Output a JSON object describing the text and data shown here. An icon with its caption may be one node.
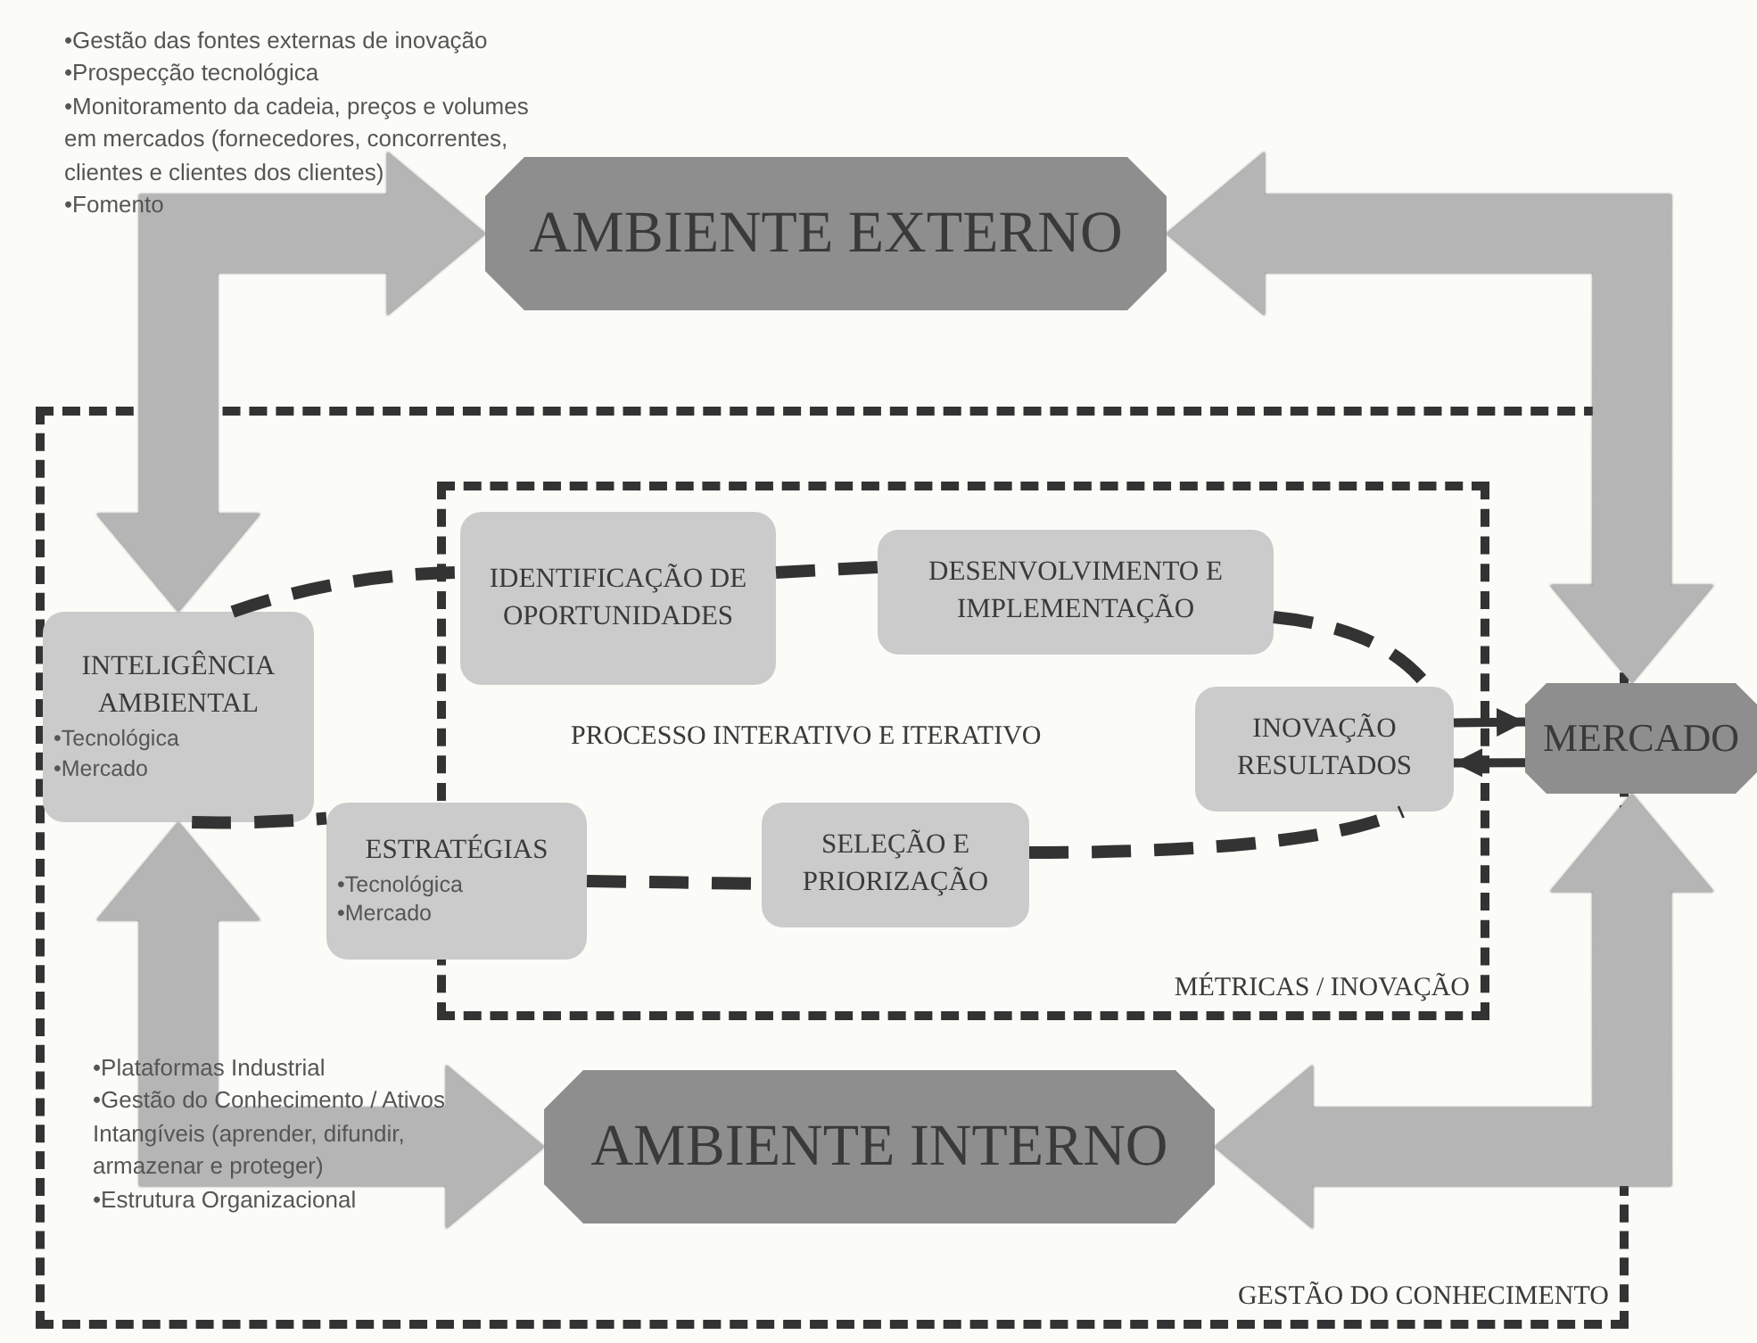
{
  "diagram": {
    "nodes": [
      {
        "text": [
          "GESTÃO DO CONHECIMENTO"
        ]
      },
      {
        "text": [
          "AMBIENTE EXTERNO"
        ]
      },
      {
        "text": [
          "MÉTRICAS / INOVAÇÃO"
        ],
        "in": 0
      },
      {
        "text": [
          "IDENTIFICAÇÃO DE OPORTUNIDADES"
        ],
        "in": 2
      },
      {
        "text": [
          "DESENVOLVIMENTO E IMPLEMENTAÇÃO"
        ],
        "in": 2
      },
      {
        "text": [
          "INTELIGÊNCIA AMBIENTAL",
          "•Tecnológica",
          "•Mercado"
        ],
        "in": 0
      },
      {
        "text": [
          "INOVAÇÃO RESULTADOS"
        ],
        "in": 2
      },
      {
        "text": [
          "MERCADO"
        ]
      },
      {
        "text": [
          "ESTRATÉGIAS",
          "•Tecnológica",
          "•Mercado"
        ],
        "in": 0
      },
      {
        "text": [
          "SELEÇÃO E PRIORIZAÇÃO"
        ],
        "in": 2
      },
      {
        "text": [
          "AMBIENTE INTERNO"
        ],
        "in": 0
      }
    ],
    "edges": [
      {
        "from": 5,
        "to": 3,
        "arrow": "none",
        "style": "dashed"
      },
      {
        "from": 3,
        "to": 4,
        "arrow": "none",
        "style": "dashed"
      },
      {
        "from": 4,
        "to": 6,
        "arrow": "none",
        "style": "dashed"
      },
      {
        "from": 9,
        "to": 6,
        "arrow": "none",
        "style": "dashed"
      },
      {
        "from": 8,
        "to": 9,
        "arrow": "none",
        "style": "dashed"
      },
      {
        "from": 5,
        "to": 8,
        "arrow": "none",
        "style": "dashed"
      },
      {
        "from": 6,
        "to": 7,
        "arrow": "to"
      },
      {
        "from": 7,
        "to": 6,
        "arrow": "to"
      },
      {
        "from": 1,
        "to": 5,
        "arrow": "both",
        "style": "thick",
        "color": "#b5b5b5"
      },
      {
        "from": 5,
        "to": 10,
        "arrow": "both",
        "style": "thick",
        "color": "#b5b5b5"
      },
      {
        "from": 1,
        "to": 7,
        "arrow": "both",
        "style": "thick",
        "color": "#b5b5b5"
      },
      {
        "from": 7,
        "to": 10,
        "arrow": "both",
        "style": "thick",
        "color": "#b5b5b5"
      }
    ],
    "labels": [
      "•Gestão das fontes externas de inovação",
      "•Prospecção tecnológica",
      "•Monitoramento da cadeia, preços e volumes em mercados (fornecedores, concorrentes, clientes e clientes dos clientes)",
      "•Fomento",
      "PROCESSO INTERATIVO E ITERATIVO",
      "•Plataformas Industrial",
      "•Gestão do Conhecimento / Ativos Intangíveis (aprender, difundir, armazenar e proteger)",
      "•Estrutura Organizacional"
    ]
  }
}
